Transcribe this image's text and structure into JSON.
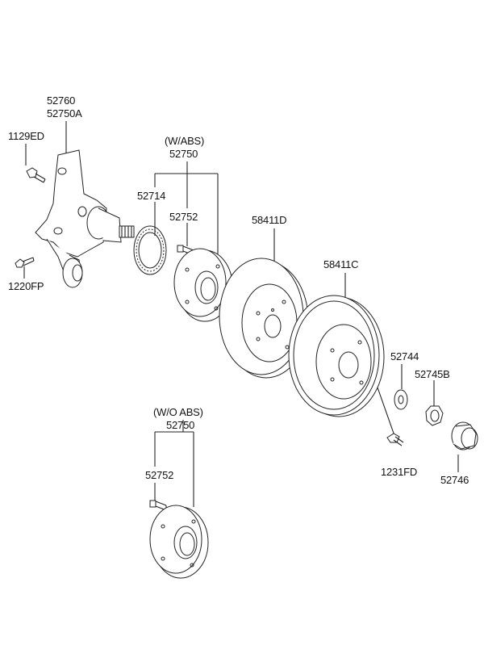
{
  "labels": {
    "knuckle_primary": "52760",
    "knuckle_alt": "52750A",
    "bolt_upper": "1129ED",
    "bolt_lower": "1220FP",
    "wabs_caption": "(W/ABS)",
    "wabs_hub": "52750",
    "tone_ring": "52714",
    "wabs_stud": "52752",
    "disc_d": "58411D",
    "disc_c": "58411C",
    "washer": "52744",
    "nut": "52745B",
    "screw": "1231FD",
    "cap": "52746",
    "woabs_caption": "(W/O ABS)",
    "woabs_hub": "52750",
    "woabs_stud": "52752"
  },
  "colors": {
    "line": "#222222",
    "text": "#111111",
    "background": "#ffffff"
  }
}
